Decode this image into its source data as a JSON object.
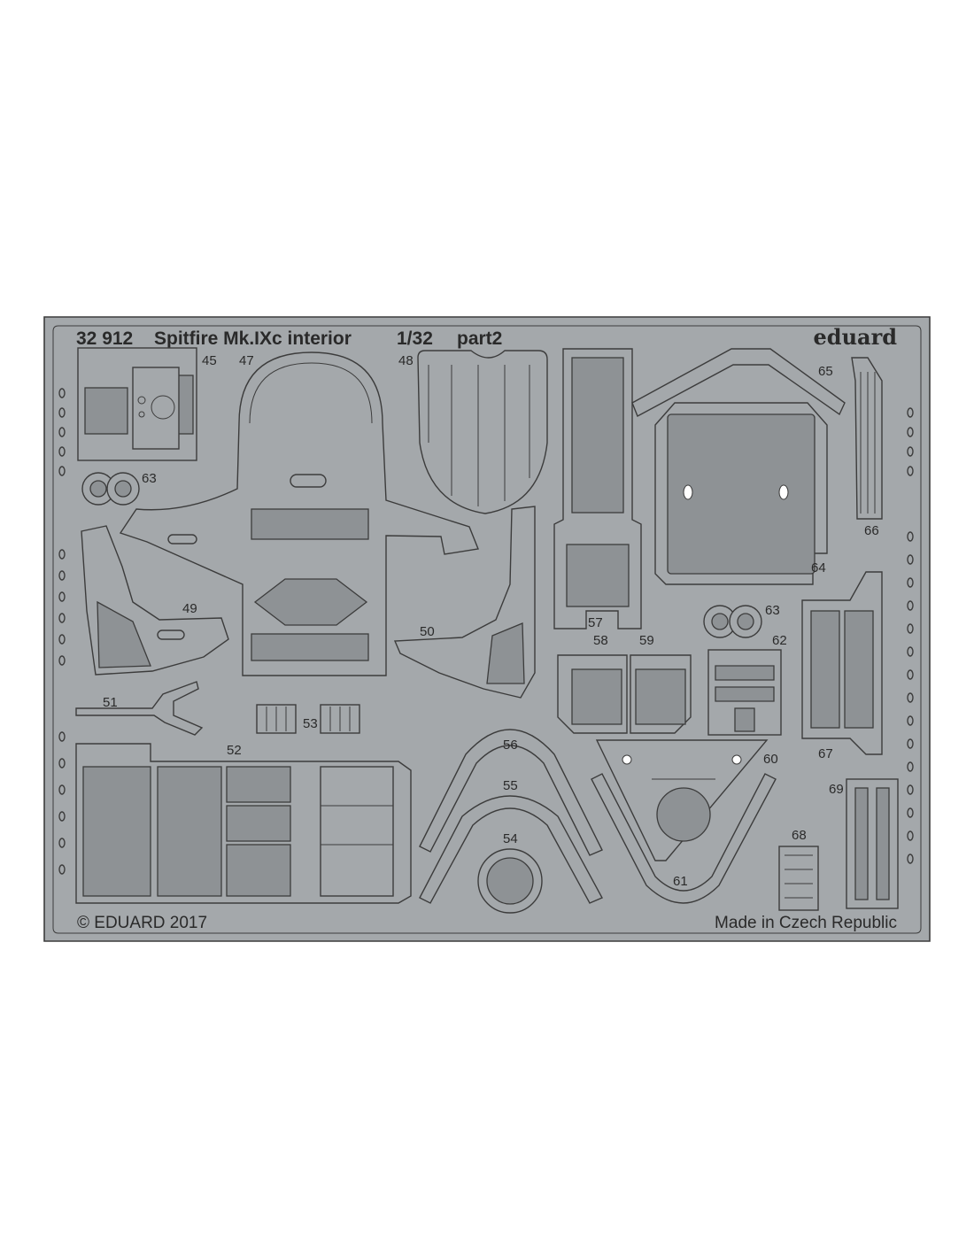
{
  "sheet": {
    "code": "32 912",
    "title": "Spitfire Mk.IXc interior",
    "scale": "1/32",
    "part": "part2",
    "brand": "eduard",
    "copyright": "© EDUARD 2017",
    "origin": "Made in Czech Republic",
    "colors": {
      "metal": "#a4a8ab",
      "outline": "#3c3c3c",
      "background": "#ffffff"
    }
  },
  "parts": {
    "p45": "45",
    "p47": "47",
    "p48": "48",
    "p65": "65",
    "p66": "66",
    "p63a": "63",
    "p63b": "63",
    "p64": "64",
    "p49": "49",
    "p50": "50",
    "p51": "51",
    "p52": "52",
    "p53": "53",
    "p56": "56",
    "p55": "55",
    "p54": "54",
    "p57": "57",
    "p58": "58",
    "p59": "59",
    "p62": "62",
    "p60": "60",
    "p61": "61",
    "p67": "67",
    "p68": "68",
    "p69": "69"
  }
}
